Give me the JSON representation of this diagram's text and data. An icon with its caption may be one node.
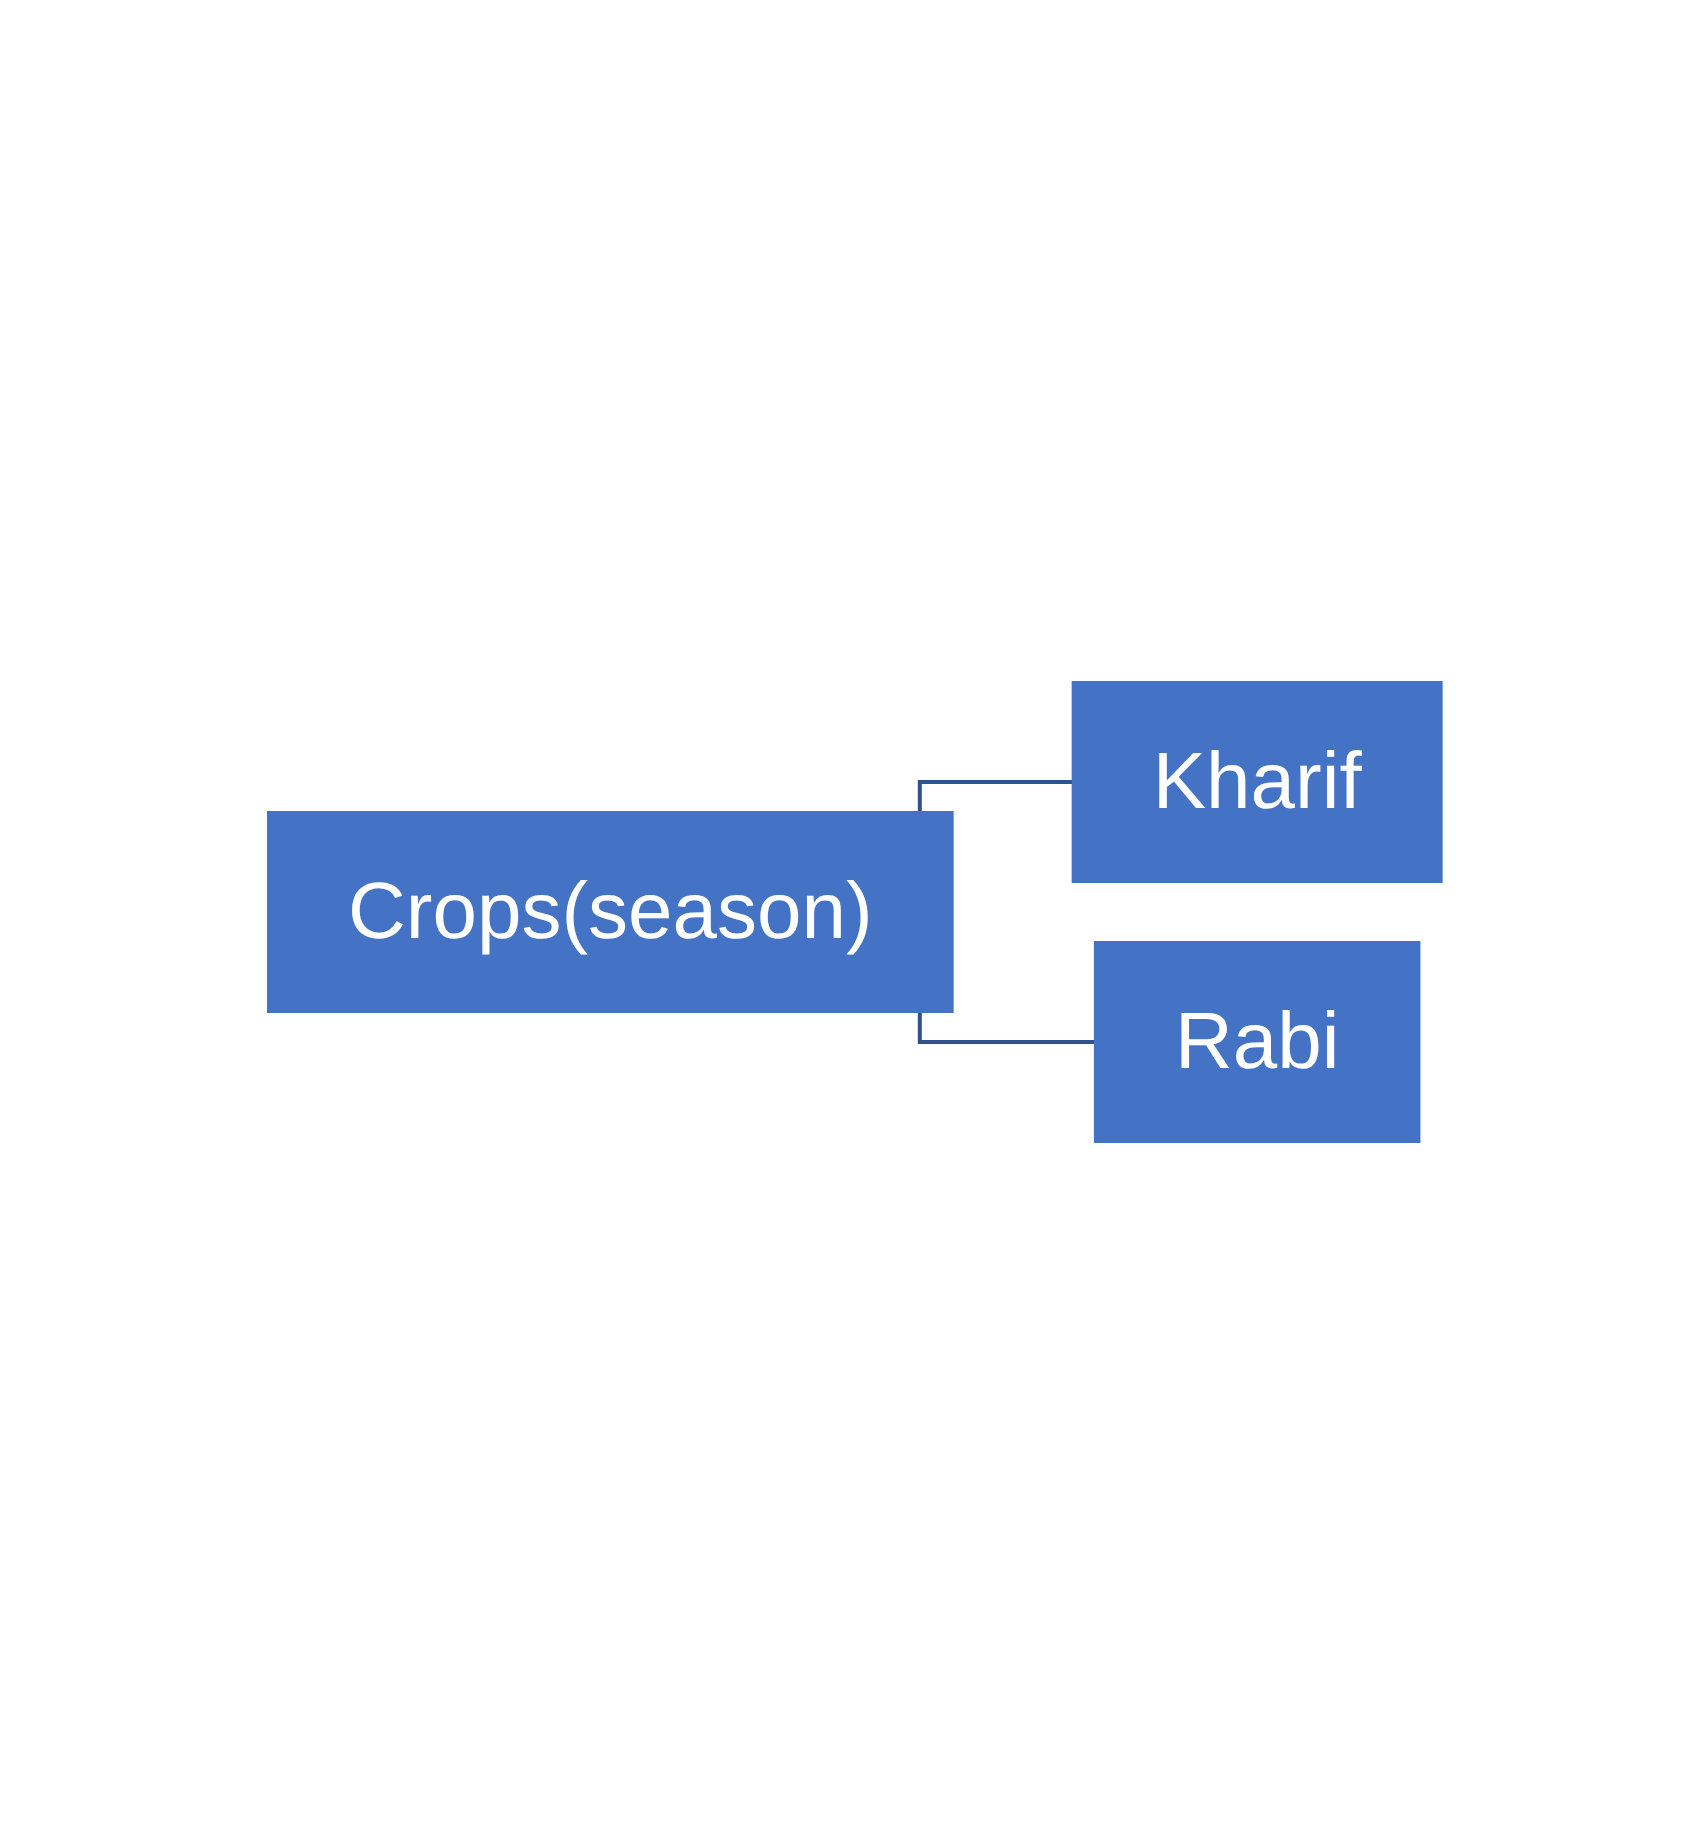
{
  "diagram": {
    "nodes": [
      {
        "text": [
          "Crops(season)"
        ]
      },
      {
        "text": [
          "Kharif"
        ]
      },
      {
        "text": [
          "Rabi"
        ]
      }
    ],
    "edges": [
      {
        "from": 0,
        "to": 1,
        "arrow": "none"
      },
      {
        "from": 0,
        "to": 2,
        "arrow": "none"
      }
    ]
  }
}
